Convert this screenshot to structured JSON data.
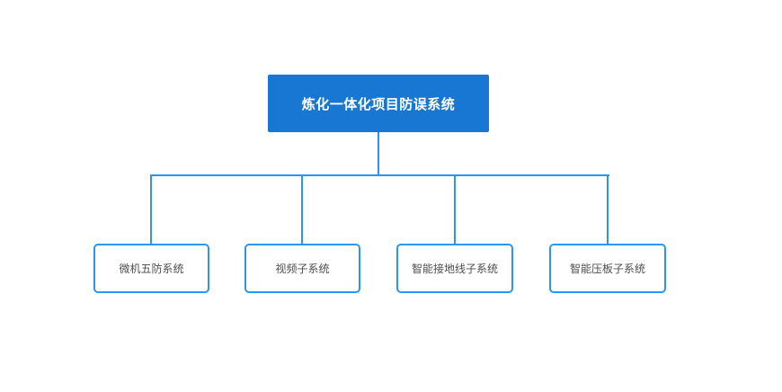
{
  "diagram": {
    "type": "org-chart",
    "root": {
      "label": "炼化一体化项目防误系统"
    },
    "children": [
      {
        "label": "微机五防系统"
      },
      {
        "label": "视频子系统"
      },
      {
        "label": "智能接地线子系统"
      },
      {
        "label": "智能压板子系统"
      }
    ]
  },
  "colors": {
    "root_fill": "#1877d2",
    "root_text": "#ffffff",
    "connector": "#2b95f2",
    "node_border": "#2b95f2",
    "node_text": "#4d4d4d",
    "background": "#ffffff"
  }
}
